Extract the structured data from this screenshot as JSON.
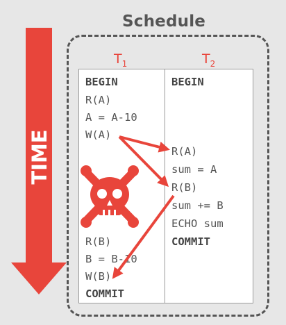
{
  "schedule_title": "Schedule",
  "time_label": "TIME",
  "columns": [
    {
      "name": "T",
      "sub": "1"
    },
    {
      "name": "T",
      "sub": "2"
    }
  ],
  "t1_ops": [
    "BEGIN",
    "R(A)",
    "A = A-10",
    "W(A)",
    "R(B)",
    "B = B-10",
    "W(B)",
    "COMMIT"
  ],
  "t2_ops": [
    "BEGIN",
    "R(A)",
    "sum = A",
    "R(B)",
    "sum += B",
    "ECHO",
    " sum",
    "COMMIT"
  ],
  "colors": {
    "accent": "#e8453b",
    "text": "#555555",
    "background": "#e7e7e7",
    "table": "#ffffff"
  },
  "icons": [
    "time-arrow-icon",
    "skull-crossbones-icon",
    "dependency-arrow-icon"
  ]
}
